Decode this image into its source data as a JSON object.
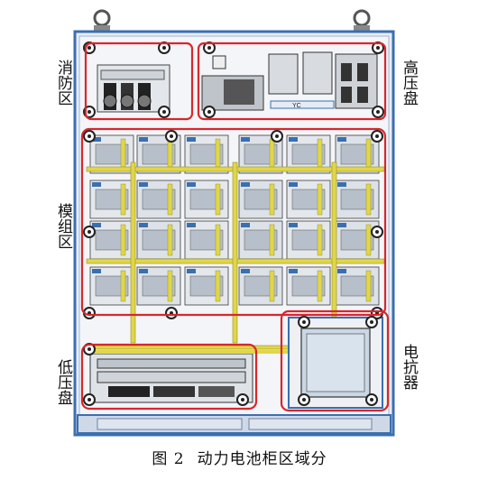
{
  "labels": {
    "fire_zone": "消防区",
    "high_voltage_box": "高压盘",
    "module_zone": "模组区",
    "low_voltage_box": "低压盘",
    "reactor": "电抗器"
  },
  "caption": {
    "figure_number": "图 2",
    "title": "动力电池柜区域分"
  },
  "small_marks": {
    "hv_tag": "YC"
  },
  "colors": {
    "cabinet_blue": "#3a6fb0",
    "frame_fill": "#e9edf4",
    "region_outline": "#d8262c",
    "busbar_yellow": "#e0d64a",
    "background": "#ffffff"
  }
}
